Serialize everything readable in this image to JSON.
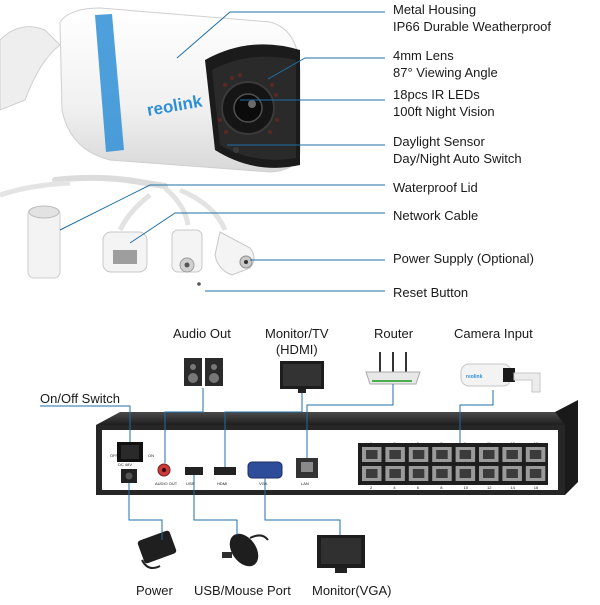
{
  "camera_features": [
    {
      "line1": "Metal Housing",
      "line2": "IP66 Durable Weatherproof"
    },
    {
      "line1": "4mm Lens",
      "line2": "87° Viewing Angle"
    },
    {
      "line1": "18pcs IR LEDs",
      "line2": "100ft Night Vision"
    },
    {
      "line1": "Daylight Sensor",
      "line2": "Day/Night Auto Switch"
    },
    {
      "line1": "Waterproof Lid",
      "line2": ""
    },
    {
      "line1": "Network Cable",
      "line2": ""
    },
    {
      "line1": "Power Supply (Optional)",
      "line2": ""
    },
    {
      "line1": "Reset Button",
      "line2": ""
    }
  ],
  "brand": "reolink",
  "nvr_top_labels": {
    "audio_out": "Audio Out",
    "monitor_tv_line1": "Monitor/TV",
    "monitor_tv_line2": "(HDMI)",
    "router": "Router",
    "camera_input": "Camera Input"
  },
  "nvr_side_label": "On/Off Switch",
  "nvr_bottom_labels": {
    "power": "Power",
    "usb_mouse": "USB/Mouse Port",
    "monitor_vga": "Monitor(VGA)"
  },
  "nvr_panel_text": {
    "off": "OFF",
    "on": "ON",
    "dc": "DC 48V",
    "audio": "AUDIO OUT",
    "usb": "USB",
    "hdmi": "HDMI",
    "vga": "VGA",
    "lan": "LAN",
    "ports_top": [
      "1",
      "3",
      "5",
      "7",
      "9",
      "11",
      "13",
      "15"
    ],
    "ports_bottom": [
      "2",
      "4",
      "6",
      "8",
      "10",
      "12",
      "14",
      "16"
    ]
  },
  "colors": {
    "leader_line": "#1f6fa8",
    "accent_ring": "#2f8fd6",
    "nvr_body": "#2b2b2b",
    "nvr_panel": "#ffffff"
  }
}
